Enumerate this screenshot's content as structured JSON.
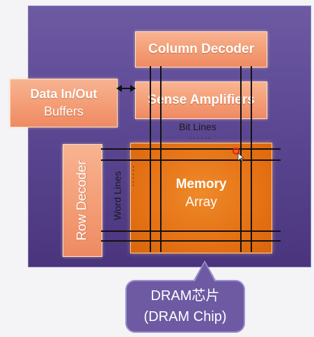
{
  "diagram": {
    "column_decoder": "Column Decoder",
    "sense_amplifiers": "Sense Amplifiers",
    "data_buffers_line1": "Data In/Out",
    "data_buffers_line2": "Buffers",
    "row_decoder": "Row Decoder",
    "bit_lines": "Bit Lines",
    "word_lines": "Word Lines",
    "memory_line1": "Memory",
    "memory_line2": "Array",
    "dots": "......",
    "callout_line1": "DRAM芯片",
    "callout_line2": "(DRAM Chip)"
  },
  "colors": {
    "chip": "#5c4893",
    "decoder_box": "#f39b73",
    "memory_array": "#e57214",
    "lines": "#111111"
  }
}
